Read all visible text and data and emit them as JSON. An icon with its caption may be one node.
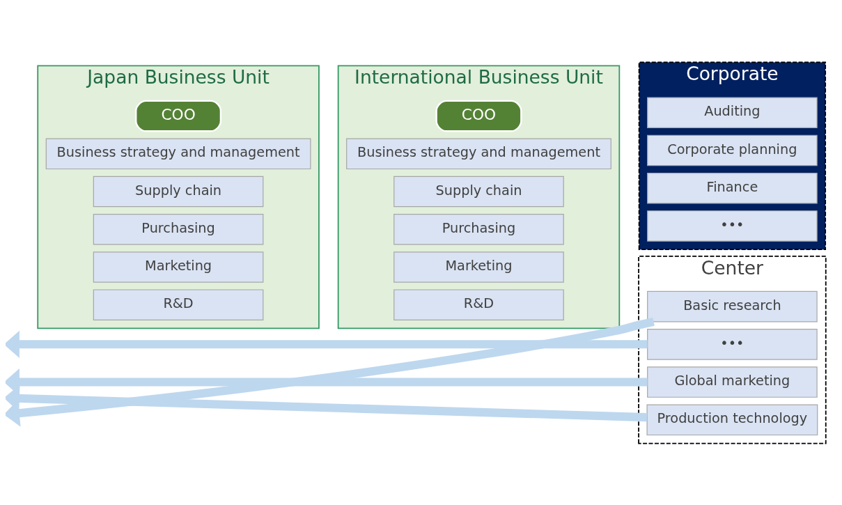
{
  "diagram": {
    "nodes": [
      {
        "text": [
          "Japan Business Unit"
        ]
      },
      {
        "text": [
          "COO"
        ],
        "in": 0
      },
      {
        "text": [
          "Business strategy and management"
        ],
        "in": 0
      },
      {
        "text": [
          "Supply chain"
        ],
        "in": 0
      },
      {
        "text": [
          "Purchasing"
        ],
        "in": 0
      },
      {
        "text": [
          "Marketing"
        ],
        "in": 0
      },
      {
        "text": [
          "R&D"
        ],
        "in": 0
      },
      {
        "text": [
          "International Business Unit"
        ]
      },
      {
        "text": [
          "COO"
        ],
        "in": 7
      },
      {
        "text": [
          "Business strategy and management"
        ],
        "in": 7
      },
      {
        "text": [
          "Supply chain"
        ],
        "in": 7
      },
      {
        "text": [
          "Purchasing"
        ],
        "in": 7
      },
      {
        "text": [
          "Marketing"
        ],
        "in": 7
      },
      {
        "text": [
          "R&D"
        ],
        "in": 7
      },
      {
        "text": [
          "Corporate"
        ]
      },
      {
        "text": [
          "Auditing"
        ],
        "in": 14
      },
      {
        "text": [
          "Corporate planning"
        ],
        "in": 14
      },
      {
        "text": [
          "Finance"
        ],
        "in": 14
      },
      {
        "text": [
          "•••"
        ],
        "in": 14
      },
      {
        "text": [
          "Center"
        ]
      },
      {
        "text": [
          "Basic research"
        ],
        "in": 19
      },
      {
        "text": [
          "Production technology"
        ],
        "in": 19
      },
      {
        "text": [
          "Global marketing"
        ],
        "in": 19
      },
      {
        "text": [
          "•••"
        ],
        "in": 19
      }
    ],
    "edges": [
      {
        "from": 20,
        "to": null,
        "arrow": "to"
      },
      {
        "from": 21,
        "to": null,
        "arrow": "to"
      },
      {
        "from": 22,
        "to": null,
        "arrow": "to"
      },
      {
        "from": 23,
        "to": null,
        "arrow": "to"
      }
    ]
  }
}
